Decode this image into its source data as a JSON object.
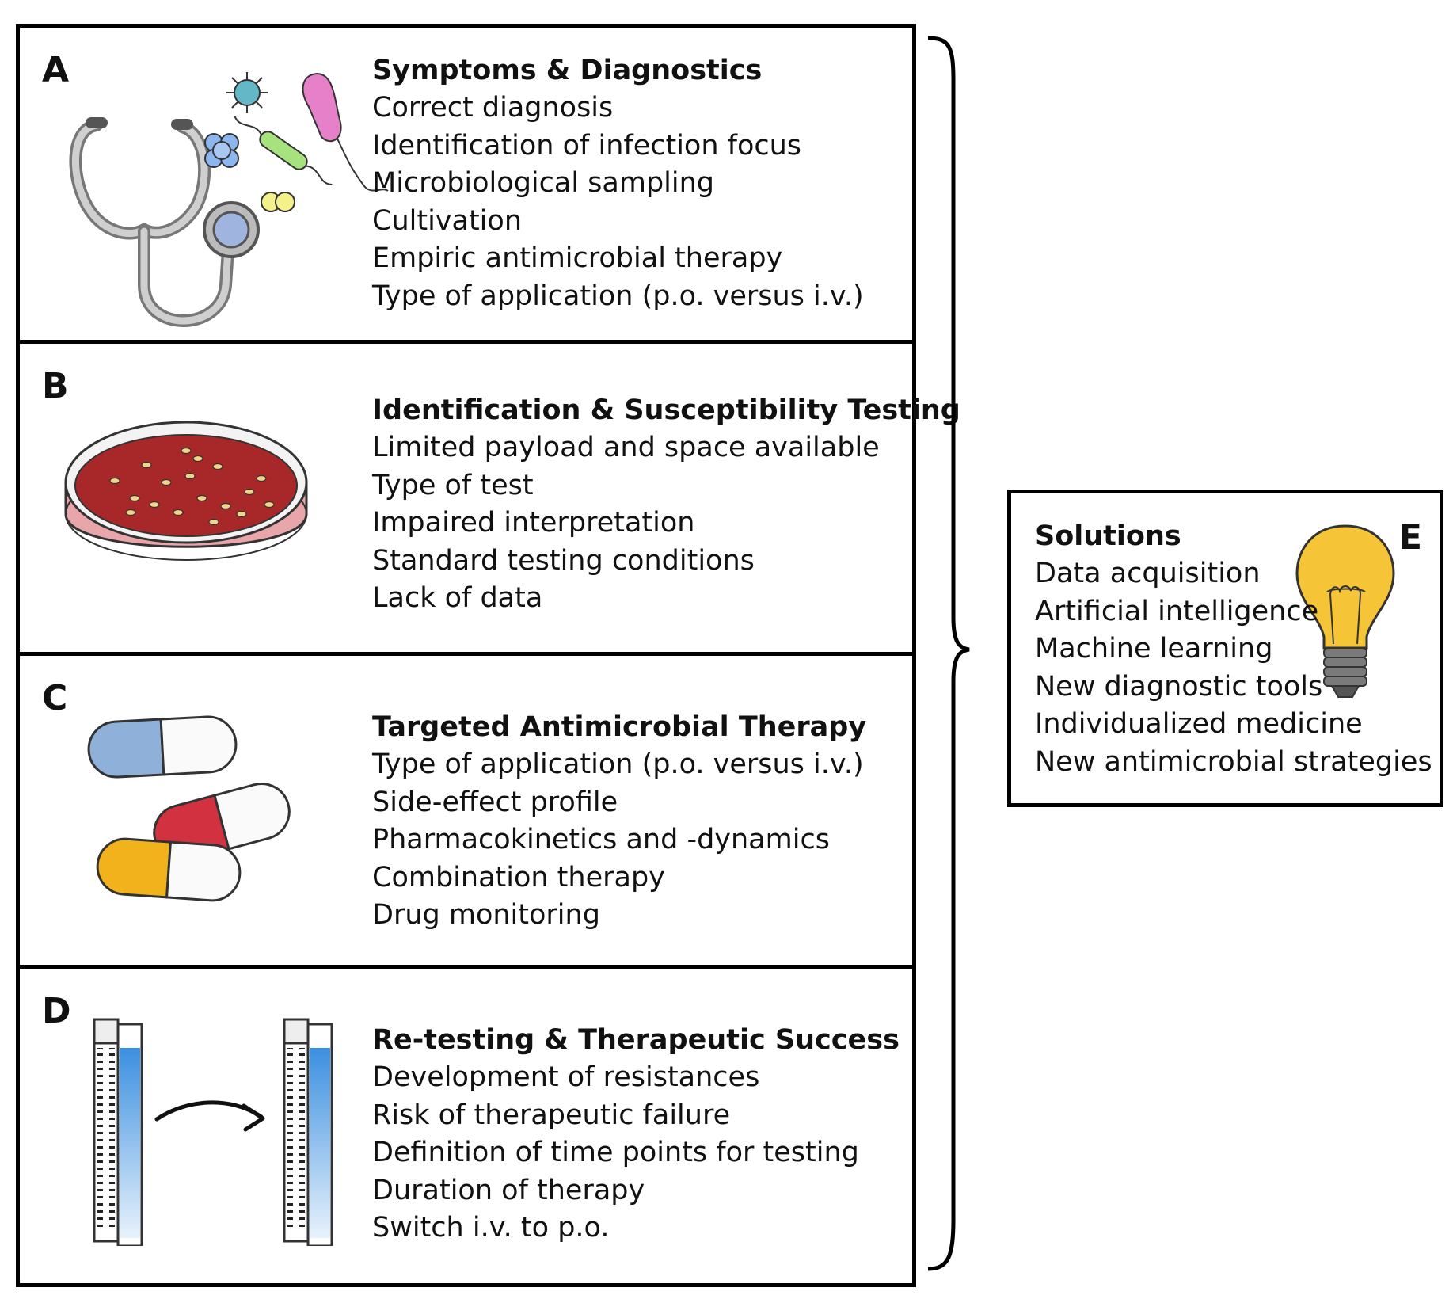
{
  "panels": {
    "a": {
      "letter": "A",
      "heading": "Symptoms & Diagnostics",
      "items": [
        "Correct diagnosis",
        "Identification of infection focus",
        "Microbiological sampling",
        "Cultivation",
        "Empiric antimicrobial therapy",
        "Type of application (p.o. versus i.v.)"
      ]
    },
    "b": {
      "letter": "B",
      "heading": "Identification & Susceptibility Testing",
      "items": [
        "Limited payload and space available",
        "Type of test",
        "Impaired interpretation",
        "Standard testing conditions",
        "Lack of data"
      ]
    },
    "c": {
      "letter": "C",
      "heading": "Targeted Antimicrobial Therapy",
      "items": [
        "Type of application (p.o. versus i.v.)",
        "Side-effect profile",
        "Pharmacokinetics and -dynamics",
        "Combination therapy",
        "Drug monitoring"
      ]
    },
    "d": {
      "letter": "D",
      "heading": "Re-testing & Therapeutic Success",
      "items": [
        "Development of resistances",
        "Risk of therapeutic failure",
        "Definition of time points for testing",
        "Duration of therapy",
        "Switch i.v. to p.o."
      ]
    },
    "e": {
      "letter": "E",
      "heading": "Solutions",
      "items": [
        "Data acquisition",
        "Artificial intelligence",
        "Machine learning",
        "New diagnostic tools",
        "Individualized medicine",
        "New antimicrobial strategies"
      ]
    }
  },
  "icons": [
    "stethoscope-icon",
    "microbes-icon",
    "petri-dish-icon",
    "capsules-icon",
    "test-strips-icon",
    "arrow-icon",
    "lightbulb-icon"
  ],
  "colors": {
    "agar": "#a8282a",
    "dish": "#e8a6aa",
    "capsule_blue": "#8fb0d8",
    "capsule_red": "#d2323f",
    "capsule_yellow": "#f2b21c",
    "strip_blue": "#3b8fe0",
    "bulb": "#f5c437"
  }
}
